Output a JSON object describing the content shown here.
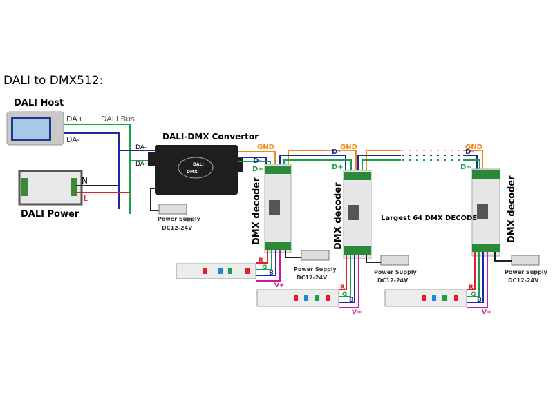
{
  "title": "DALI to DMX512:",
  "host": {
    "label": "DALI Host",
    "da_plus": "DA+",
    "da_minus": "DA-",
    "bus": "DALI Bus"
  },
  "power": {
    "label": "DALI Power",
    "n": "N",
    "l": "L"
  },
  "converter": {
    "label": "DALI-DMX Convertor",
    "da_minus": "DA-",
    "da_plus": "DA+",
    "logo_top": "DALI",
    "logo_bottom": "DMX"
  },
  "supply": {
    "label": "Power Supply",
    "voltage": "DC12-24V"
  },
  "bus": {
    "gnd": "GND",
    "d_minus": "D-",
    "d_plus": "D+"
  },
  "decoder": {
    "label": "DMX decoder"
  },
  "note": "Largest 64 DMX DECODE",
  "strip": {
    "r": "R",
    "g": "G",
    "b": "B",
    "v": "V+"
  },
  "colors": {
    "green": "#1aa04a",
    "blue": "#1a2a9a",
    "orange": "#f08a1c",
    "red": "#e0202a",
    "magenta": "#d0189a",
    "label_green": "#1aa04a"
  }
}
